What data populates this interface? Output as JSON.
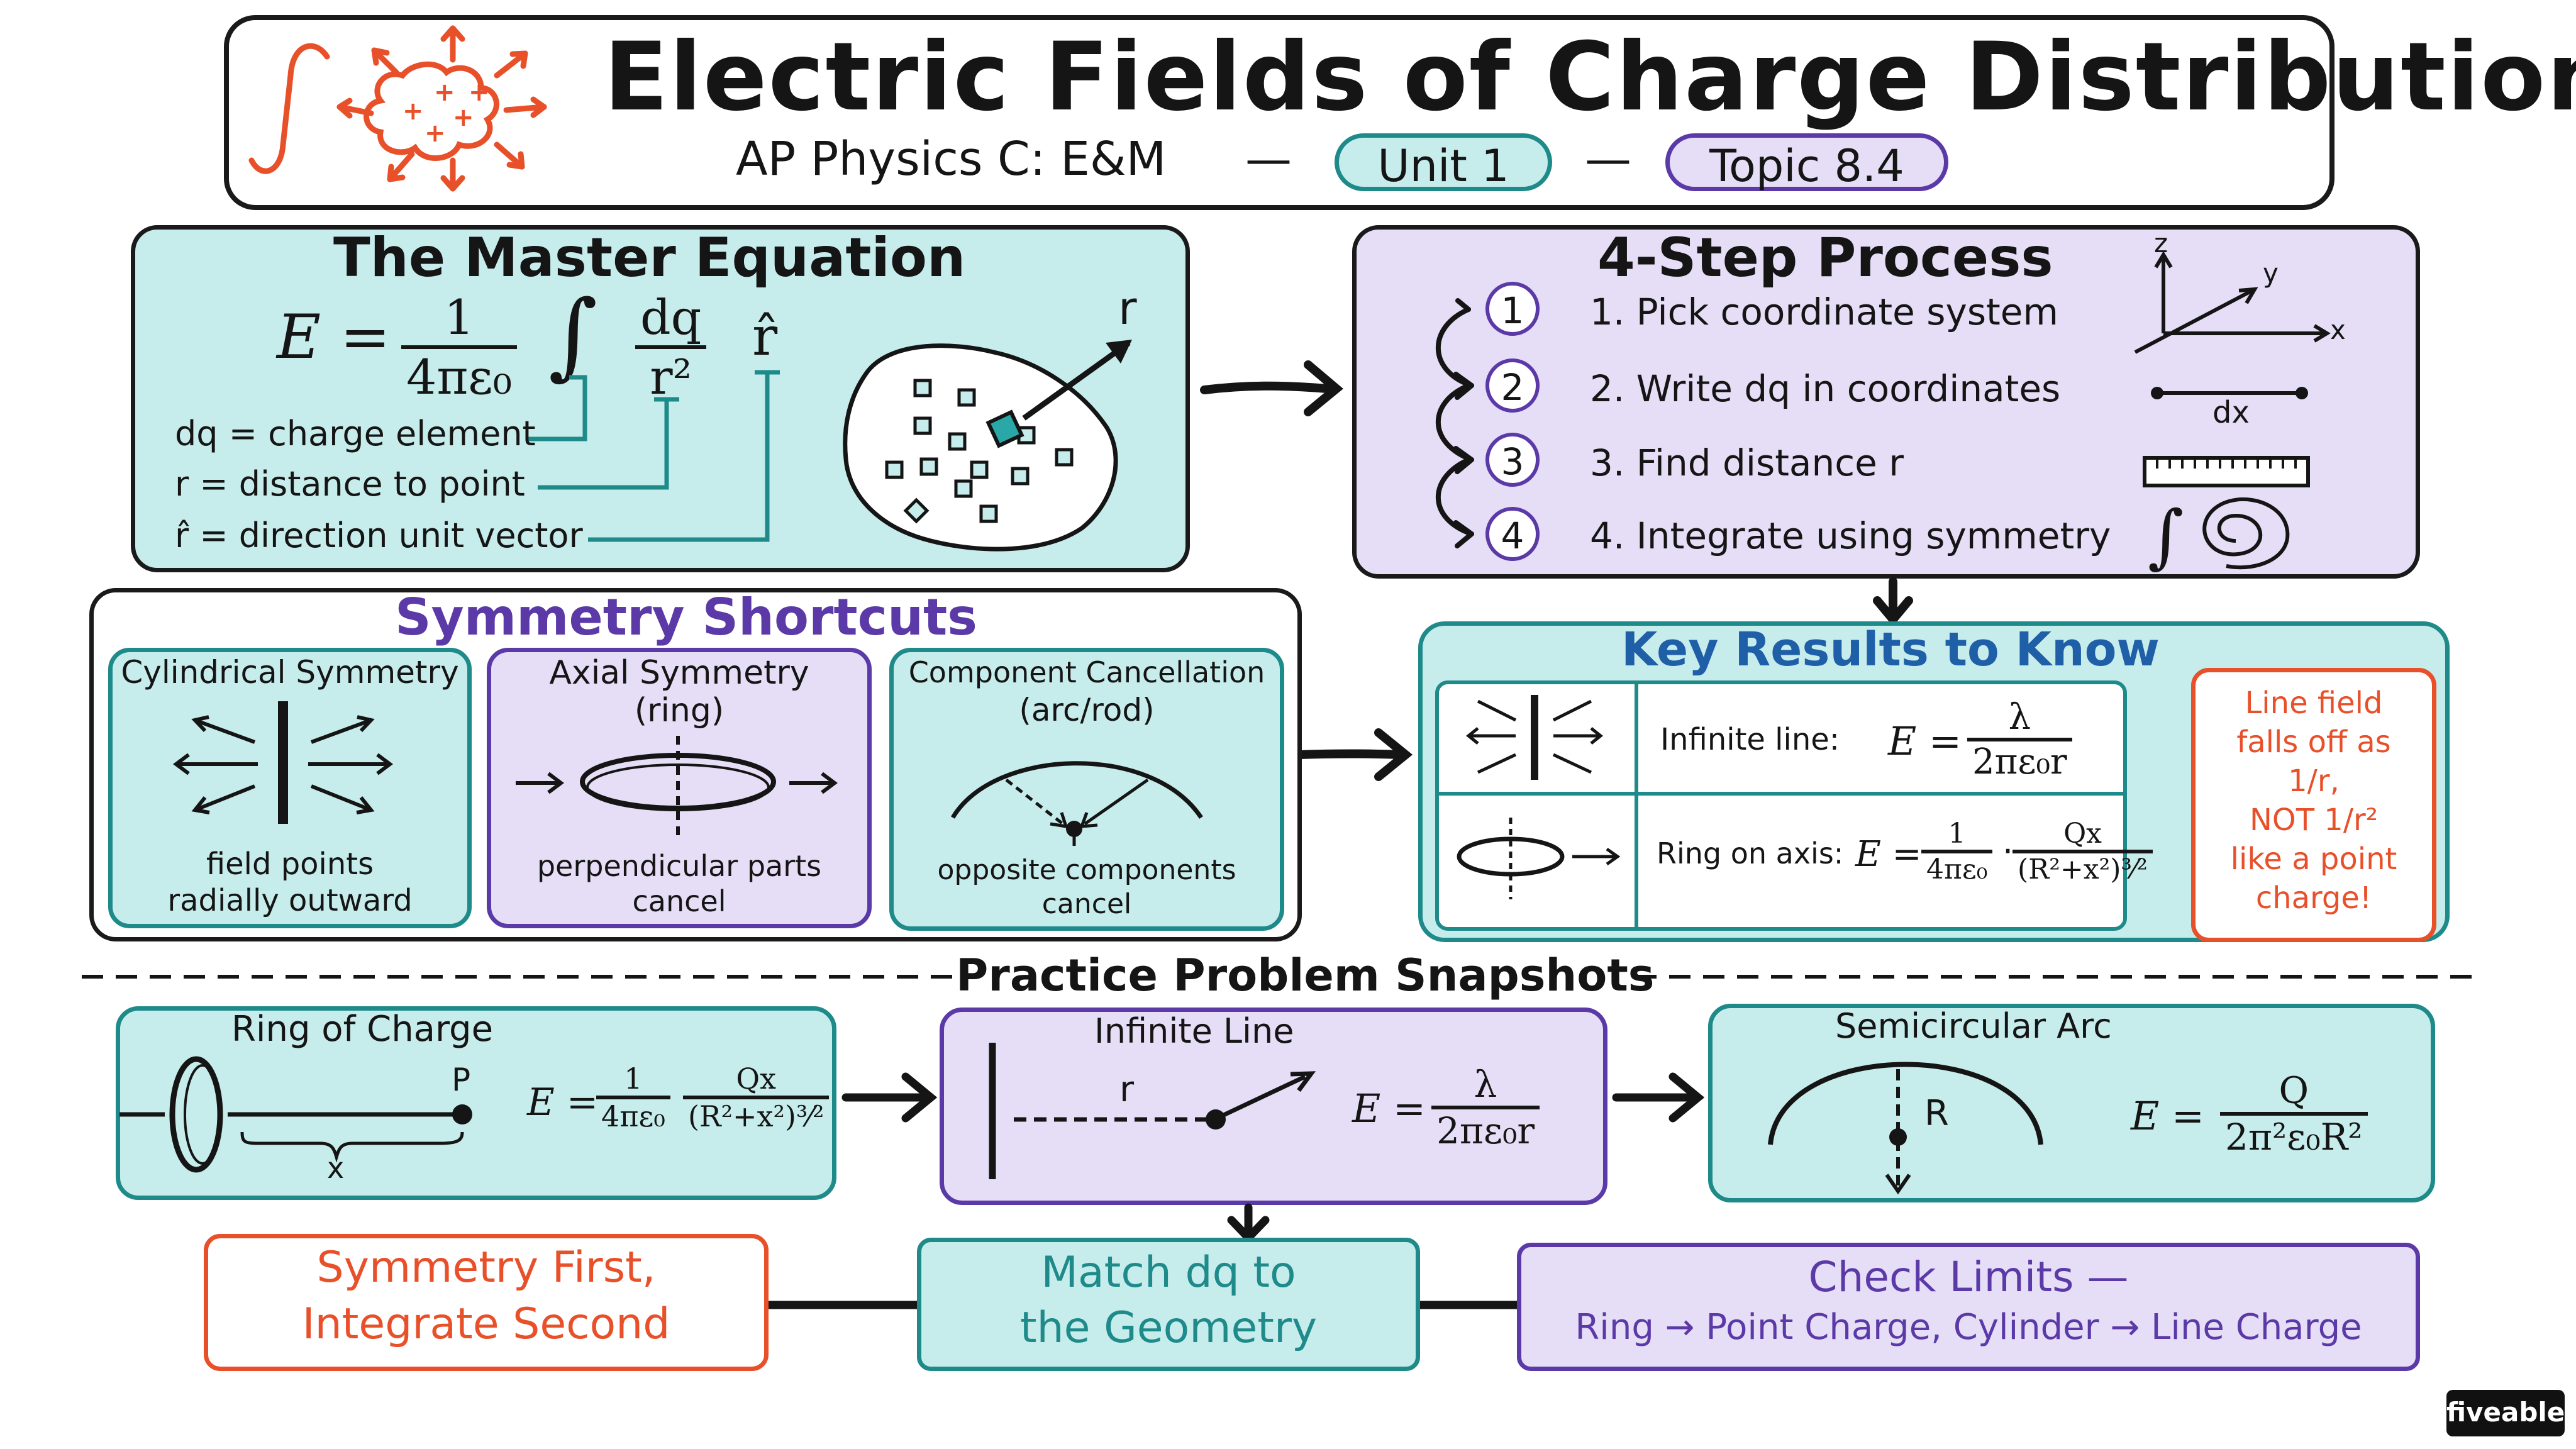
{
  "title": "Electric Fields of Charge Distributions",
  "subtitle": {
    "course": "AP Physics C: E&M",
    "dash1": "—",
    "unit": "Unit 1",
    "dash2": "—",
    "topic": "Topic 8.4"
  },
  "master": {
    "title": "The Master Equation",
    "eq_lhs": "E =",
    "eq_num": "1",
    "eq_den": "4πε₀",
    "eq_int": "∫",
    "eq_dq": "dq",
    "eq_r2": "r²",
    "eq_rhat": "r̂",
    "defs": [
      "dq = charge element",
      "r = distance to point",
      "r̂ = direction unit vector"
    ],
    "r_label": "r"
  },
  "steps": {
    "title": "4-Step Process",
    "items": [
      {
        "num": "1",
        "text": "1. Pick coordinate system"
      },
      {
        "num": "2",
        "text": "2. Write dq in coordinates"
      },
      {
        "num": "3",
        "text": "3. Find distance r"
      },
      {
        "num": "4",
        "text": "4. Integrate using symmetry"
      }
    ],
    "axes": {
      "z": "z",
      "y": "y",
      "x": "x"
    },
    "dx": "dx",
    "int_sym": "∫"
  },
  "symmetry": {
    "title": "Symmetry Shortcuts",
    "cards": [
      {
        "title": "Cylindrical Symmetry",
        "subtitle": "",
        "caption1": "field points",
        "caption2": "radially outward"
      },
      {
        "title": "Axial Symmetry",
        "subtitle": "(ring)",
        "caption1": "perpendicular parts",
        "caption2": "cancel"
      },
      {
        "title": "Component Cancellation",
        "subtitle": "(arc/rod)",
        "caption1": "opposite components",
        "caption2": "cancel"
      }
    ]
  },
  "key_results": {
    "title": "Key Results to Know",
    "rows": [
      {
        "label": "Infinite line:",
        "lhs": "E =",
        "num": "λ",
        "den": "2πε₀r"
      },
      {
        "label": "Ring on axis:",
        "lhs": "E =",
        "num1": "1",
        "den1": "4πε₀",
        "dot": "·",
        "num2": "Qx",
        "den2": "(R²+x²)³⁄²"
      }
    ],
    "note": [
      "Line field",
      "falls off as",
      "1/r,",
      "NOT 1/r²",
      "like a point",
      "charge!"
    ]
  },
  "practice": {
    "title": "Practice Problem Snapshots",
    "problems": [
      {
        "title": "Ring of Charge",
        "p": "P",
        "x": "x",
        "lhs": "E =",
        "num1": "1",
        "den1": "4πε₀",
        "num2": "Qx",
        "den2": "(R²+x²)³⁄²"
      },
      {
        "title": "Infinite Line",
        "r": "r",
        "lhs": "E =",
        "num": "λ",
        "den": "2πε₀r"
      },
      {
        "title": "Semicircular Arc",
        "R": "R",
        "lhs": "E =",
        "num": "Q",
        "den": "2π²ε₀R²"
      }
    ]
  },
  "bottom": {
    "left": [
      "Symmetry First,",
      "Integrate Second"
    ],
    "middle": [
      "Match dq to",
      "the Geometry"
    ],
    "right": [
      "Check Limits —",
      "Ring → Point Charge, Cylinder → Line Charge"
    ]
  },
  "brand": "fiveable",
  "colors": {
    "accent": "#e8502a",
    "teal": "#1f8a8a",
    "purple": "#5b3aa8",
    "cyan_fill": "#c7ecec",
    "purple_fill": "#e5def6"
  }
}
